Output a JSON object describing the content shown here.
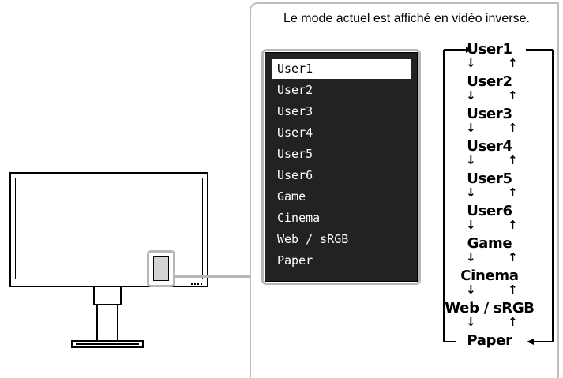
{
  "caption": "Le mode actuel est affiché en vidéo inverse.",
  "osd_menu": {
    "items": [
      "User1",
      "User2",
      "User3",
      "User4",
      "User5",
      "User6",
      "Game",
      "Cinema",
      "Web / sRGB",
      "Paper"
    ],
    "selected": "User1"
  },
  "flow_modes": [
    "User1",
    "User2",
    "User3",
    "User4",
    "User5",
    "User6",
    "Game",
    "Cinema",
    "Web / sRGB",
    "Paper"
  ],
  "colors": {
    "callout_gray": "#bdbdbd",
    "osd_background": "#222222",
    "highlight": "#ffffff"
  }
}
